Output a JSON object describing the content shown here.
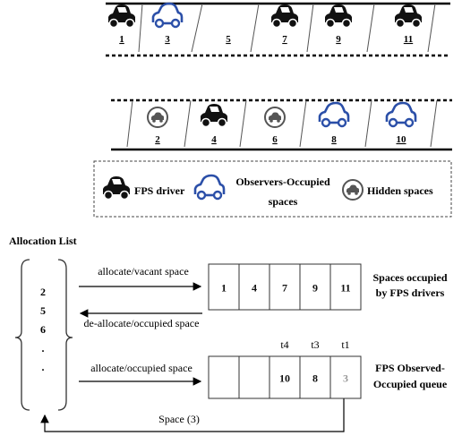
{
  "colors": {
    "fps": "#111111",
    "observer": "#2b4fa8",
    "hidden": "#666666",
    "line": "#000000",
    "gray_text": "#999999"
  },
  "top_row": {
    "spaces": [
      {
        "num": "1",
        "icon": "fps-car"
      },
      {
        "num": "3",
        "icon": "observer-car"
      },
      {
        "num": "5",
        "icon": "none"
      },
      {
        "num": "7",
        "icon": "fps-car"
      },
      {
        "num": "9",
        "icon": "fps-car"
      },
      {
        "num": "11",
        "icon": "fps-car"
      }
    ]
  },
  "bottom_row": {
    "spaces": [
      {
        "num": "2",
        "icon": "hidden-car"
      },
      {
        "num": "4",
        "icon": "fps-car"
      },
      {
        "num": "6",
        "icon": "hidden-car"
      },
      {
        "num": "8",
        "icon": "observer-car"
      },
      {
        "num": "10",
        "icon": "observer-car"
      }
    ]
  },
  "legend": {
    "fps": "FPS driver",
    "observer_line1": "Observers-Occupied",
    "observer_line2": "spaces",
    "hidden": "Hidden spaces"
  },
  "allocation": {
    "title": "Allocation List",
    "items": [
      "2",
      "5",
      "6",
      ".",
      "."
    ]
  },
  "arrows": {
    "a1": "allocate/vacant space",
    "a2": "de-allocate/occupied space",
    "a3": "allocate/occupied space",
    "a4": "Space (3)"
  },
  "fps_list": {
    "cells": [
      "1",
      "4",
      "7",
      "9",
      "11"
    ],
    "label_line1": "Spaces occupied",
    "label_line2": "by FPS drivers"
  },
  "queue": {
    "cells": [
      "",
      "",
      "10",
      "8",
      "3"
    ],
    "times": [
      "",
      "",
      "t4",
      "t3",
      "t1"
    ],
    "label_line1": "FPS Observed-",
    "label_line2": "Occupied queue"
  }
}
